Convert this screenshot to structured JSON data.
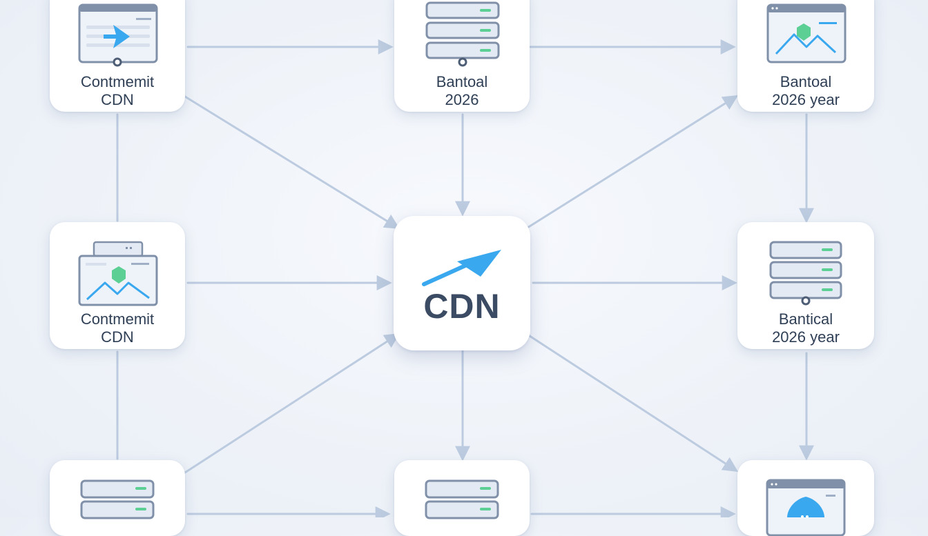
{
  "nodes": {
    "top_left": {
      "line1": "Contmemit",
      "line2": "CDN",
      "icon": "browser-window-arrow-icon"
    },
    "top_middle": {
      "line1": "Bantoal",
      "line2": "2026",
      "icon": "server-rack-icon"
    },
    "top_right": {
      "line1": "Bantoal",
      "line2": "2026 year",
      "icon": "image-window-icon"
    },
    "middle_left": {
      "line1": "Contmemit",
      "line2": "CDN",
      "icon": "image-window-icon"
    },
    "center": {
      "title": "CDN",
      "icon": "arrow-icon"
    },
    "middle_right": {
      "line1": "Bantical",
      "line2": "2026 year",
      "icon": "server-rack-icon"
    },
    "bottom_left": {
      "icon": "server-rack-icon"
    },
    "bottom_middle": {
      "icon": "server-rack-icon"
    },
    "bottom_right": {
      "icon": "globe-window-icon"
    }
  },
  "colors": {
    "connector": "#bccbdf",
    "icon_stroke": "#7f90a8",
    "accent_blue": "#3aa8ee",
    "accent_green": "#5ccf94",
    "text": "#2f3f55",
    "center_text": "#3b4b63"
  }
}
